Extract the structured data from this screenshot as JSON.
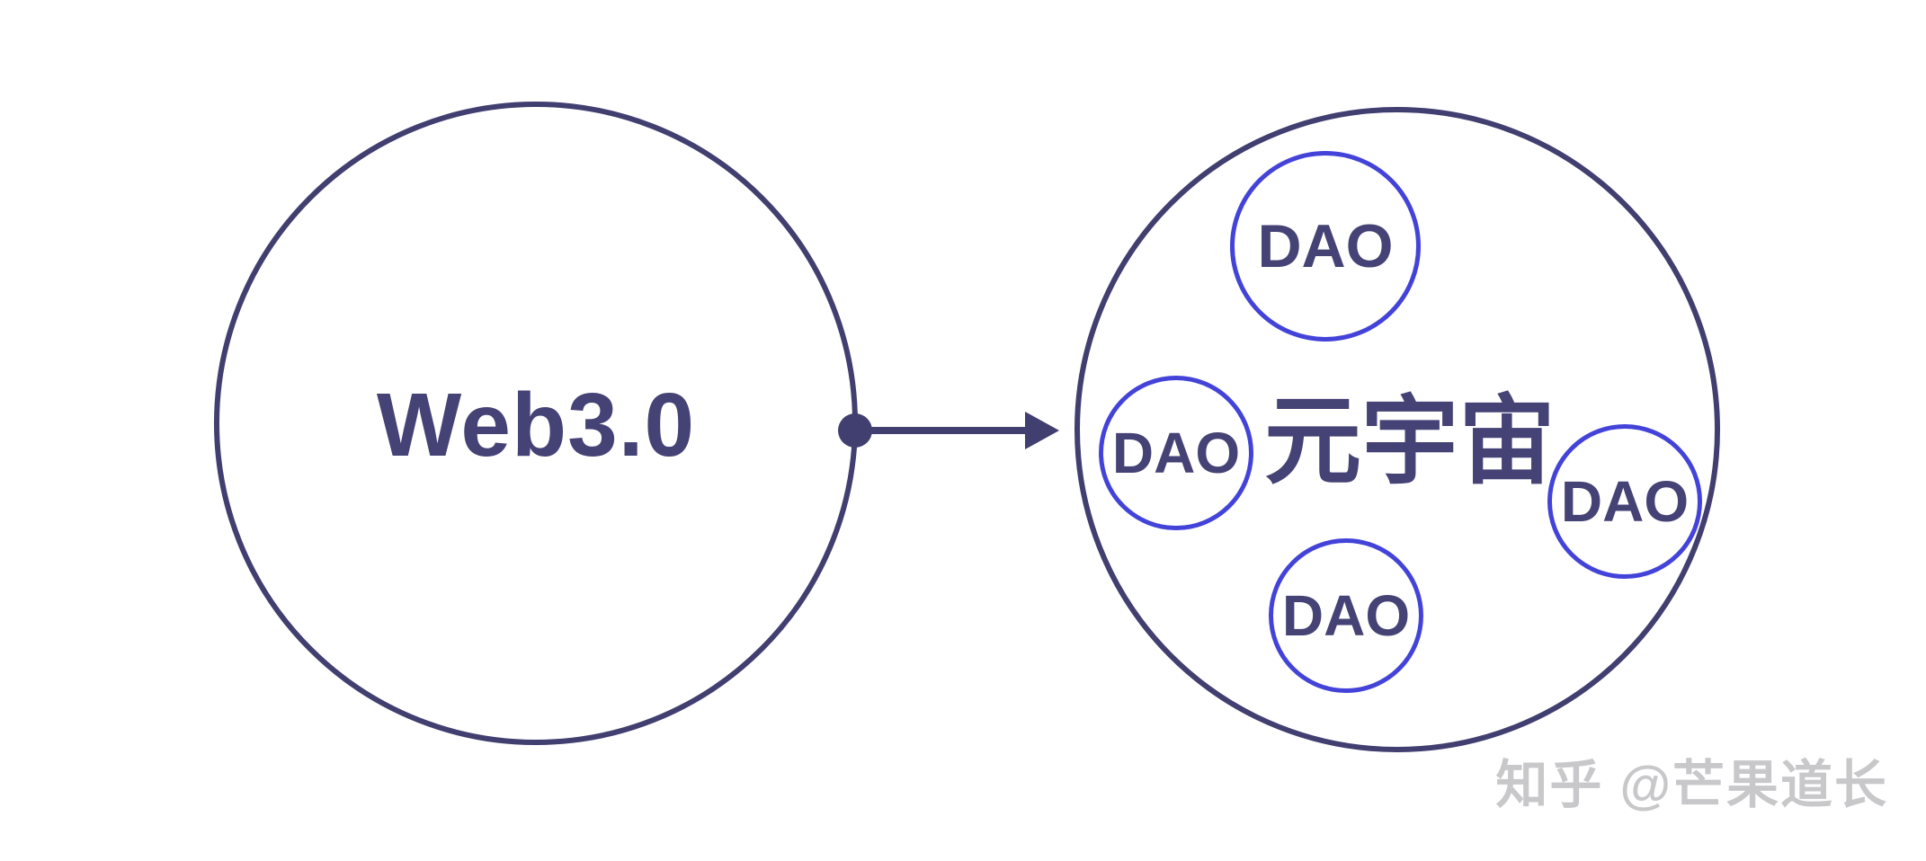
{
  "diagram": {
    "title_left_circle": "Web3.0",
    "right_circle": {
      "label": "元宇宙",
      "dao_circles": [
        {
          "label": "DAO",
          "position": "top"
        },
        {
          "label": "DAO",
          "position": "left"
        },
        {
          "label": "DAO",
          "position": "bottom"
        },
        {
          "label": "DAO",
          "position": "right"
        }
      ]
    },
    "connector": {
      "type": "dot-line-arrow",
      "direction": "left-to-right"
    },
    "watermark": "知乎 @芒果道长",
    "colors": {
      "background": "#ffffff",
      "big_circle_stroke": "#413E70",
      "text_dark": "#454275",
      "dao_circle_stroke": "#4343D9",
      "connector": "#413E70",
      "watermark_gray": "#c8c8ca"
    }
  }
}
